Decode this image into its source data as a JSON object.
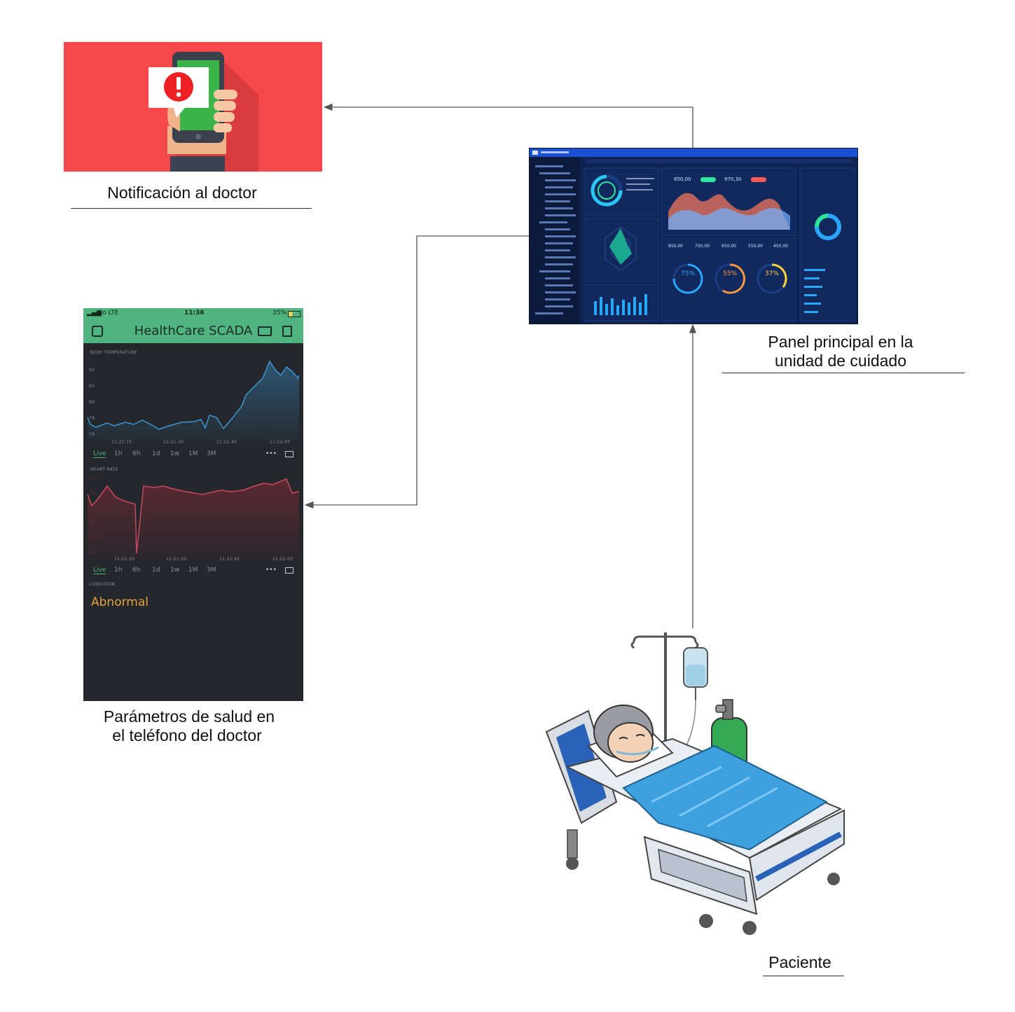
{
  "captions": {
    "notification": "Notificación al doctor",
    "dashboard_line1": "Panel principal en la",
    "dashboard_line2": "unidad de cuidado",
    "phone_line1": "Parámetros de salud en",
    "phone_line2": "el teléfono del doctor",
    "patient": "Paciente"
  },
  "phone": {
    "status": {
      "carrier": "Jio  LTE",
      "time": "11:36",
      "battery": "35%"
    },
    "app_title": "HealthCare SCADA",
    "chart1": {
      "label": "BODY TEMPERATURE",
      "y_ticks": [
        "92",
        "81",
        "80",
        "79",
        "78"
      ],
      "x_ticks": [
        "11:21:15",
        "11:21:30",
        "11:21:45",
        "11:22:00"
      ]
    },
    "chart2": {
      "label": "HEART RATE",
      "y_ticks": [
        "165",
        "95",
        "75",
        "115",
        "11"
      ],
      "x_ticks": [
        "11:21:15",
        "11:21:30",
        "11:21:45",
        "11:22:00"
      ]
    },
    "range_tabs": [
      "Live",
      "1h",
      "6h",
      "1d",
      "1w",
      "1M",
      "3M"
    ],
    "more": "•••",
    "condition_label": "CONDITION",
    "condition_value": "Abnormal"
  },
  "dashboard": {
    "values_top": [
      "850,00",
      "970,30"
    ],
    "values_row": [
      "850,00",
      "750,00",
      "650,00",
      "550,00",
      "450,00"
    ],
    "gauges": [
      "75%",
      "55%",
      "37%"
    ],
    "colors": {
      "bg": "#0f2350",
      "accent": "#29c7f0",
      "green": "#2ee59d",
      "red": "#ff5a5a",
      "orange": "#ff9a3c"
    }
  },
  "icons": {
    "notification": "phone-alert-icon",
    "patient": "patient-in-bed-icon"
  }
}
